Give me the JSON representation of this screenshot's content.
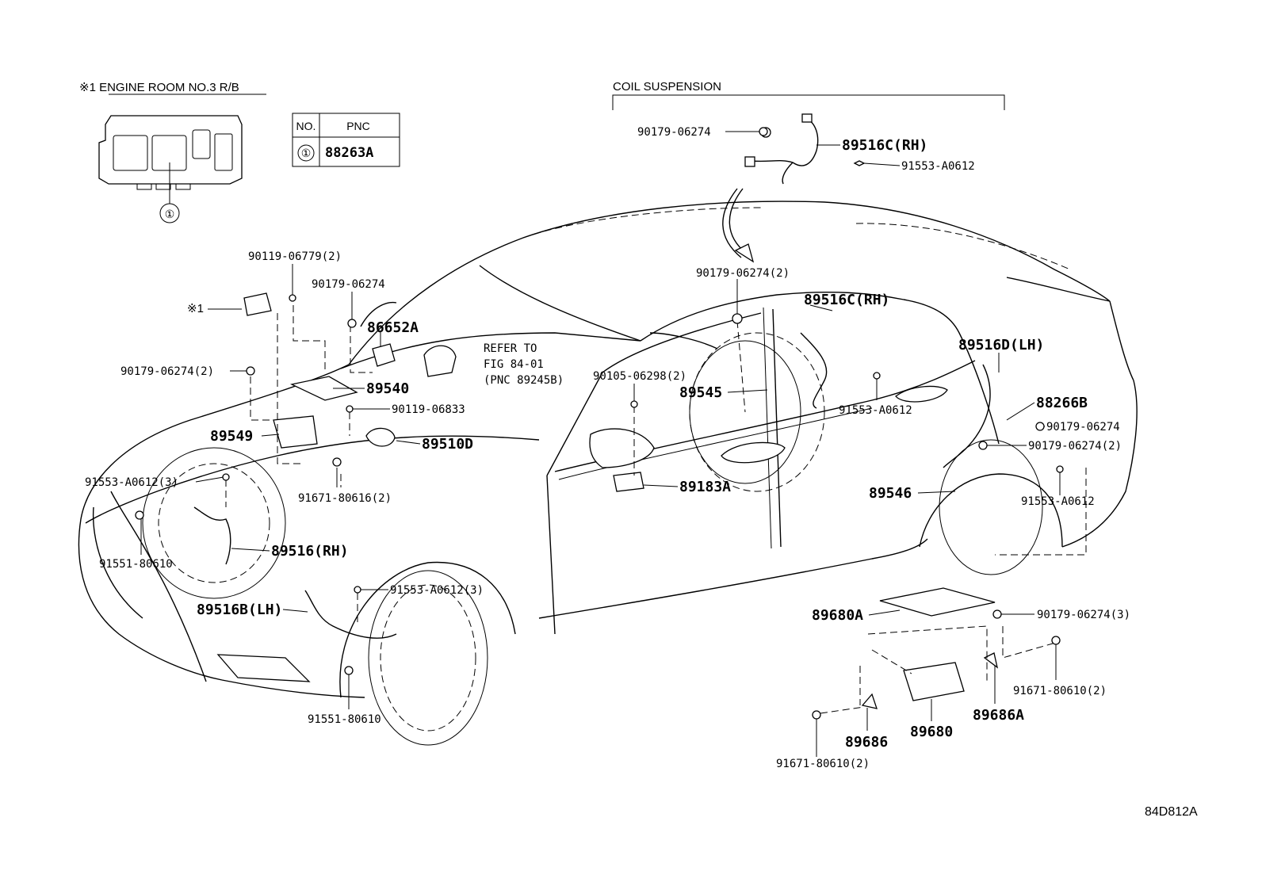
{
  "inset": {
    "title": "※1 ENGINE ROOM NO.3 R/B",
    "callout": "①"
  },
  "pnc_table": {
    "headers": [
      "NO.",
      "PNC"
    ],
    "rows": [
      [
        "①",
        "88263A"
      ]
    ]
  },
  "coil_suspension": {
    "title": "COIL SUSPENSION"
  },
  "refer": {
    "line1": "REFER TO",
    "line2": "FIG 84-01",
    "line3": "(PNC 89245B)"
  },
  "marker_label": "※1",
  "labels": {
    "l01": "90179-06274",
    "l02": "89516C(RH)",
    "l03": "91553-A0612",
    "l04": "90119-06779(2)",
    "l05": "90179-06274",
    "l06": "86652A",
    "l07": "90179-06274(2)",
    "l08": "89540",
    "l09": "90119-06833",
    "l10": "89549",
    "l11": "89510D",
    "l12": "91553-A0612(3)",
    "l13": "91671-80616(2)",
    "l14": "91551-80610",
    "l15": "89516(RH)",
    "l16": "89516B(LH)",
    "l17": "91553-A0612(3)",
    "l18": "91551-80610",
    "l19": "90179-06274(2)",
    "l20": "89516C(RH)",
    "l21": "90105-06298(2)",
    "l22": "89545",
    "l23": "91553-A0612",
    "l24": "89516D(LH)",
    "l25": "88266B",
    "l26": "90179-06274",
    "l27": "90179-06274(2)",
    "l28": "89183A",
    "l29": "89546",
    "l30": "91553-A0612",
    "l31": "89680A",
    "l32": "90179-06274(3)",
    "l33": "91671-80610(2)",
    "l34": "89686A",
    "l35": "89686",
    "l36": "89680",
    "l37": "91671-80610(2)"
  },
  "figure_id": "84D812A"
}
